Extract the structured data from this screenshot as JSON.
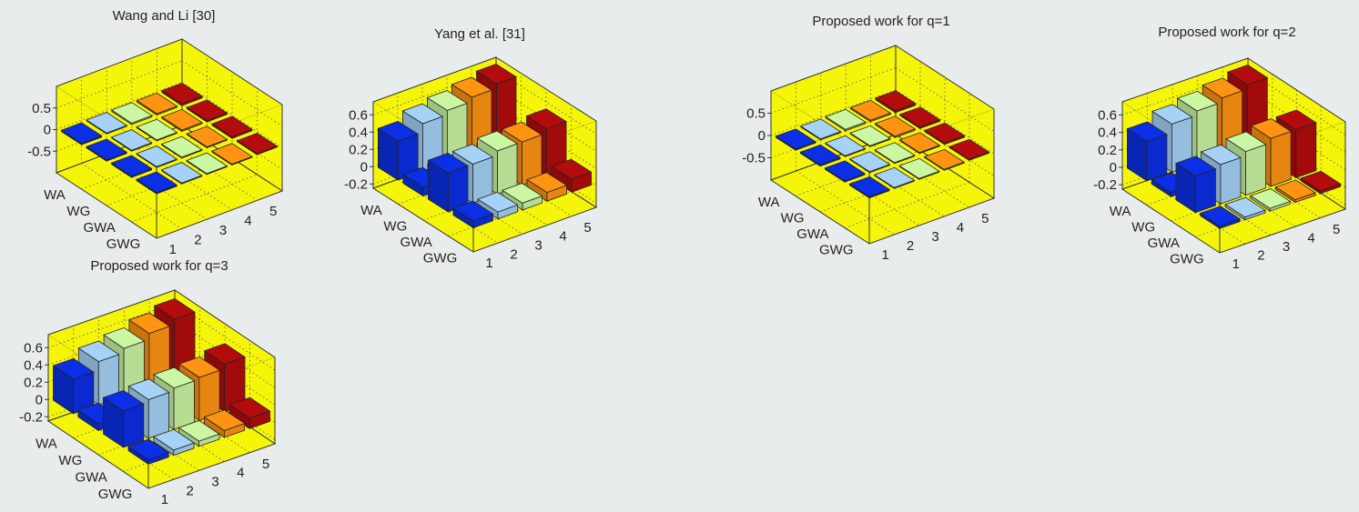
{
  "colors": {
    "background": "#e8ecec",
    "axes_face": "#f5f50a",
    "columns": [
      "#0b2fe6",
      "#a6d2f7",
      "#cbf6a2",
      "#ff9412",
      "#b40c0c"
    ]
  },
  "chart_data": [
    {
      "type": "bar3",
      "title": "Wang and Li [30]",
      "row_labels": [
        "WA",
        "WG",
        "GWA",
        "GWG"
      ],
      "col_labels": [
        "1",
        "2",
        "3",
        "4",
        "5"
      ],
      "zlim": [
        -1,
        1
      ],
      "zticks": [
        0.5,
        0,
        -0.5
      ],
      "ztick_labels": [
        "0.5",
        "0",
        "-0.5"
      ],
      "grid": true,
      "values": [
        [
          -0.03,
          0.02,
          0.03,
          0.03,
          0.04
        ],
        [
          -0.03,
          -0.02,
          0.02,
          0.03,
          0.03
        ],
        [
          -0.03,
          -0.02,
          -0.02,
          0.02,
          0.03
        ],
        [
          -0.03,
          -0.02,
          -0.02,
          -0.02,
          0.02
        ]
      ]
    },
    {
      "type": "bar3",
      "title": "Yang et al. [31]",
      "row_labels": [
        "WA",
        "WG",
        "GWA",
        "GWG"
      ],
      "col_labels": [
        "1",
        "2",
        "3",
        "4",
        "5"
      ],
      "zlim": [
        -0.25,
        0.75
      ],
      "zticks": [
        0.6,
        0.4,
        0.2,
        0,
        -0.2
      ],
      "ztick_labels": [
        "0.6",
        "0.4",
        "0.2",
        "0",
        "-0.2"
      ],
      "grid": true,
      "values": [
        [
          0.45,
          0.55,
          0.6,
          0.65,
          0.7
        ],
        [
          0.1,
          0.12,
          0.12,
          0.15,
          0.15
        ],
        [
          0.45,
          0.45,
          0.5,
          0.5,
          0.55
        ],
        [
          0.08,
          0.08,
          0.08,
          0.1,
          0.15
        ]
      ]
    },
    {
      "type": "bar3",
      "title": "Proposed work for q=1",
      "row_labels": [
        "WA",
        "WG",
        "GWA",
        "GWG"
      ],
      "col_labels": [
        "1",
        "2",
        "3",
        "4",
        "5"
      ],
      "zlim": [
        -1,
        1
      ],
      "zticks": [
        0.5,
        0,
        -0.5
      ],
      "ztick_labels": [
        "0.5",
        "0",
        "-0.5"
      ],
      "grid": true,
      "values": [
        [
          -0.03,
          0.02,
          0.03,
          0.03,
          0.04
        ],
        [
          -0.03,
          -0.02,
          0.02,
          0.03,
          0.03
        ],
        [
          -0.03,
          -0.02,
          -0.02,
          0.02,
          0.03
        ],
        [
          -0.03,
          -0.02,
          -0.02,
          -0.02,
          0.02
        ]
      ]
    },
    {
      "type": "bar3",
      "title": "Proposed work for q=2",
      "row_labels": [
        "WA",
        "WG",
        "GWA",
        "GWG"
      ],
      "col_labels": [
        "1",
        "2",
        "3",
        "4",
        "5"
      ],
      "zlim": [
        -0.25,
        0.75
      ],
      "zticks": [
        0.6,
        0.4,
        0.2,
        0,
        -0.2
      ],
      "ztick_labels": [
        "0.6",
        "0.4",
        "0.2",
        "0",
        "-0.2"
      ],
      "grid": true,
      "values": [
        [
          0.45,
          0.55,
          0.6,
          0.65,
          0.7
        ],
        [
          0.05,
          0.05,
          0.05,
          0.05,
          0.05
        ],
        [
          0.42,
          0.45,
          0.5,
          0.55,
          0.55
        ],
        [
          0.03,
          0.03,
          0.03,
          0.03,
          0.03
        ]
      ]
    },
    {
      "type": "bar3",
      "title": "Proposed work for q=3",
      "row_labels": [
        "WA",
        "WG",
        "GWA",
        "GWG"
      ],
      "col_labels": [
        "1",
        "2",
        "3",
        "4",
        "5"
      ],
      "zlim": [
        -0.25,
        0.75
      ],
      "zticks": [
        0.6,
        0.4,
        0.2,
        0,
        -0.2
      ],
      "ztick_labels": [
        "0.6",
        "0.4",
        "0.2",
        "0",
        "-0.2"
      ],
      "grid": true,
      "values": [
        [
          0.4,
          0.5,
          0.55,
          0.62,
          0.68
        ],
        [
          0.08,
          0.1,
          0.1,
          0.12,
          0.15
        ],
        [
          0.42,
          0.45,
          0.48,
          0.5,
          0.55
        ],
        [
          0.05,
          0.06,
          0.06,
          0.08,
          0.12
        ]
      ]
    }
  ]
}
